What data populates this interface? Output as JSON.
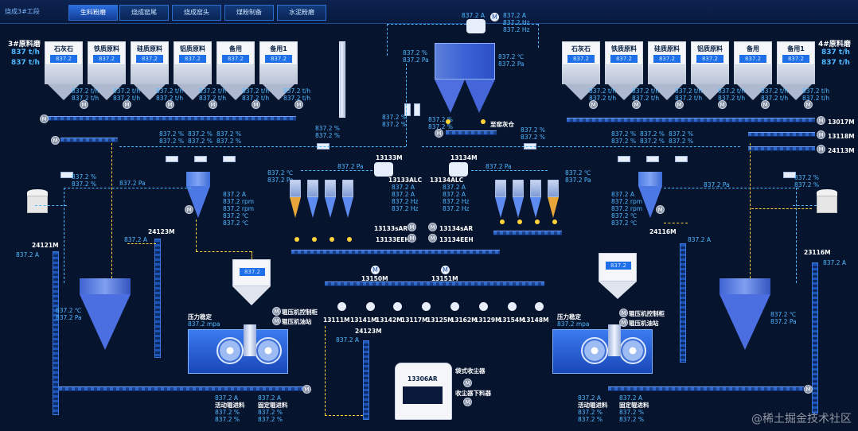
{
  "breadcrumb": "烧成3#工段",
  "tabs": [
    "生料粉磨",
    "烧成窑尾",
    "烧成窑头",
    "煤粉制备",
    "水泥粉磨"
  ],
  "active_tab": "生料粉磨",
  "left_mill": {
    "title": "3#原料磨",
    "rate1": "837 t/h",
    "rate2": "837 t/h"
  },
  "right_mill": {
    "title": "4#原料磨",
    "rate1": "837 t/h",
    "rate2": "837 t/h"
  },
  "left_bins": [
    {
      "name": "石灰石",
      "screen": "837.2"
    },
    {
      "name": "铁质原料",
      "screen": "837.2"
    },
    {
      "name": "硅质原料",
      "screen": "837.2"
    },
    {
      "name": "铝质原料",
      "screen": "837.2"
    },
    {
      "name": "备用",
      "screen": "837.2"
    },
    {
      "name": "备用1",
      "screen": "837.2"
    }
  ],
  "right_bins": [
    {
      "name": "石灰石",
      "screen": "837.2"
    },
    {
      "name": "铁质原料",
      "screen": "837.2"
    },
    {
      "name": "硅质原料",
      "screen": "837.2"
    },
    {
      "name": "铝质原料",
      "screen": "837.2"
    },
    {
      "name": "备用",
      "screen": "837.2"
    },
    {
      "name": "备用1",
      "screen": "837.2"
    }
  ],
  "readings": {
    "th": "837.2 t/h",
    "pct": "837.2 %",
    "amp": "837.2 A",
    "pa": "837.2 Pa",
    "degc": "837.2 ℃",
    "hz": "837.2 Hz",
    "rpm": "837.2 rpm",
    "mpa": "837.2 mpa"
  },
  "motor_glyph": "M",
  "labels": {
    "ash_silo": "至窑灰仓",
    "fan_13133": "13133M",
    "fan_13133alc": "13133ALC",
    "fan_13134": "13134M",
    "fan_13134alc": "13134ALC",
    "v_13133sar": "13133sAR",
    "v_13133eeh": "13133EEH",
    "v_13134sar": "13134sAR",
    "v_13134eeh": "13134EEH",
    "m_13150": "13150M",
    "m_13151": "13151M",
    "bottom_ids": [
      "13111M",
      "13141M",
      "13142M",
      "13117M",
      "13125M",
      "13162M",
      "13129M",
      "13154M",
      "13148M"
    ],
    "e_24121": "24121M",
    "e_24123": "24123M",
    "e_24123b": "24123M",
    "e_24116": "24116M",
    "e_23116": "23116M",
    "m_13017": "13017M",
    "m_13118": "13118M",
    "m_24113": "24113M",
    "press_zone": "压力稳定",
    "hyd_cab": "辊压机控制柜",
    "hyd_oil": "辊压机油站",
    "feed_left": "活动辊进料",
    "feed_right": "固定辊进料",
    "ar_13306": "13306AR",
    "bag_collector": "袋式收尘器",
    "collector_out": "收尘器下料器",
    "bin_screen": "837.2"
  },
  "watermark": "@稀土掘金技术社区"
}
